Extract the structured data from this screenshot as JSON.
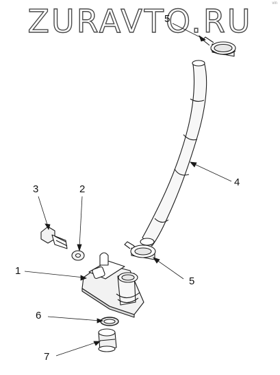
{
  "watermark": {
    "text": "ZURAVTO.RU"
  },
  "corner_mark": "vin",
  "callouts": [
    {
      "id": "c5-top",
      "label": "5"
    },
    {
      "id": "c4",
      "label": "4"
    },
    {
      "id": "c3",
      "label": "3"
    },
    {
      "id": "c2",
      "label": "2"
    },
    {
      "id": "c1",
      "label": "1"
    },
    {
      "id": "c5-mid",
      "label": "5"
    },
    {
      "id": "c6",
      "label": "6"
    },
    {
      "id": "c7",
      "label": "7"
    }
  ],
  "colors": {
    "line": "#1a1a1a",
    "fill": "#ffffff",
    "shade": "#e8e8e8"
  }
}
